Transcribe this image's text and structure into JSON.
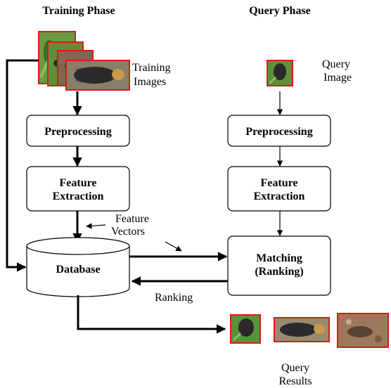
{
  "headers": {
    "training": "Training Phase",
    "query": "Query Phase"
  },
  "training": {
    "images_label_line1": "Training",
    "images_label_line2": "Images",
    "preprocessing": "Preprocessing",
    "feature_line1": "Feature",
    "feature_line2": "Extraction",
    "vectors_line1": "Feature",
    "vectors_line2": "Vectors"
  },
  "database": "Database",
  "query": {
    "image_line1": "Query",
    "image_line2": "Image",
    "preprocessing": "Preprocessing",
    "feature_line1": "Feature",
    "feature_line2": "Extraction",
    "matching_line1": "Matching",
    "matching_line2": "(Ranking)"
  },
  "ranking": "Ranking",
  "results": {
    "line1": "Query",
    "line2": "Results"
  },
  "colors": {
    "stroke": "#000000",
    "image_border": "#e01818",
    "foliage": "#5f8f3a",
    "beetle": "#2a2a2a",
    "soil": "#9a7a5a"
  }
}
